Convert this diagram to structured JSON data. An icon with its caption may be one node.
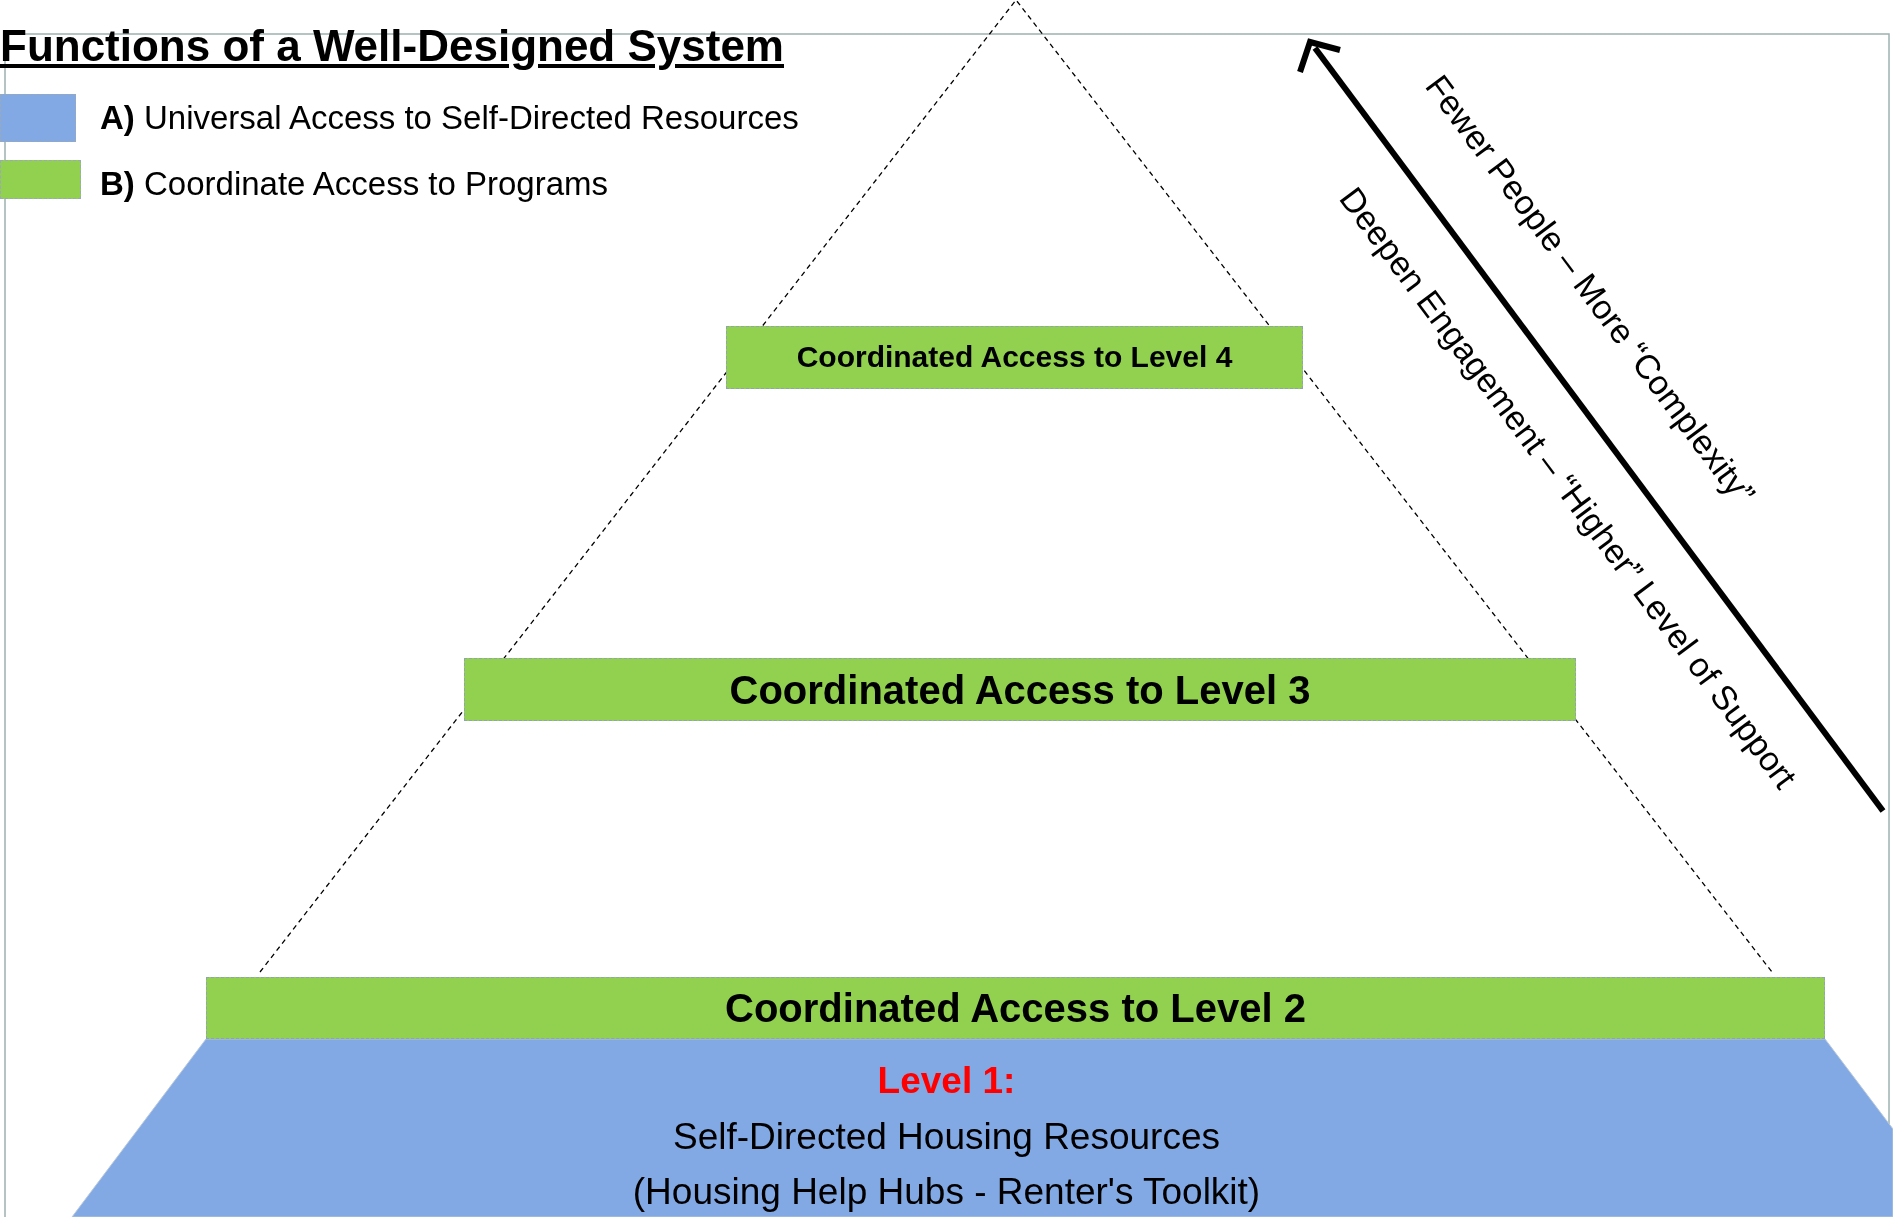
{
  "diagram": {
    "title": "Functions of a Well-Designed System",
    "nodes": [
      {
        "text": [
          "Coordinated Access to Level 4"
        ]
      },
      {
        "text": [
          "Coordinated Access to Level 3"
        ]
      },
      {
        "text": [
          "Coordinated Access to Level 2"
        ]
      },
      {
        "text": [
          "Level 1:",
          "Self-Directed Housing Resources",
          "(Housing Help Hubs - Renter's Toolkit)"
        ]
      }
    ],
    "labels": [
      "Fewer People – More “Complexity”",
      "Deepen Engagement – “Higher” Level of Support"
    ],
    "legend": [
      {
        "text": "**A)** Universal Access to Self-Directed Resources",
        "color": "#82a9e4"
      },
      {
        "text": "**B)** Coordinate Access to Programs",
        "color": "#92d050"
      }
    ]
  }
}
